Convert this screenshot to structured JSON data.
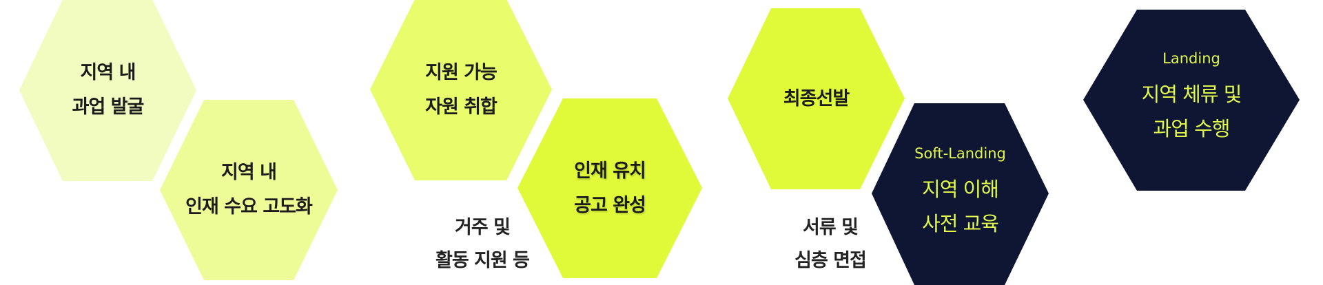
{
  "colors": {
    "step1": "#f2fcc0",
    "step2": "#eefc98",
    "step3": "#e8fc6c",
    "step4": "#e0fa3a",
    "step5": "#e0fa3a",
    "dark": "#0e1633",
    "accent_text": "#e2f94a",
    "dark_text": "#1b1b1b"
  },
  "steps": [
    {
      "lines": [
        "지역 내",
        "과업 발굴"
      ]
    },
    {
      "lines": [
        "지역 내",
        "인재 수요 고도화"
      ]
    },
    {
      "lines": [
        "지원 가능",
        "자원 취합"
      ]
    },
    {
      "lines": [
        "인재 유치",
        "공고 완성"
      ]
    },
    {
      "lines": [
        "최종선발"
      ]
    },
    {
      "subtitle": "Soft-Landing",
      "lines": [
        "지역 이해",
        "사전 교육"
      ]
    },
    {
      "subtitle": "Landing",
      "lines": [
        "지역 체류 및",
        "과업 수행"
      ]
    }
  ],
  "annotations": [
    {
      "lines": [
        "거주 및",
        "활동 지원 등"
      ]
    },
    {
      "lines": [
        "서류 및",
        "심층 면접"
      ]
    }
  ]
}
